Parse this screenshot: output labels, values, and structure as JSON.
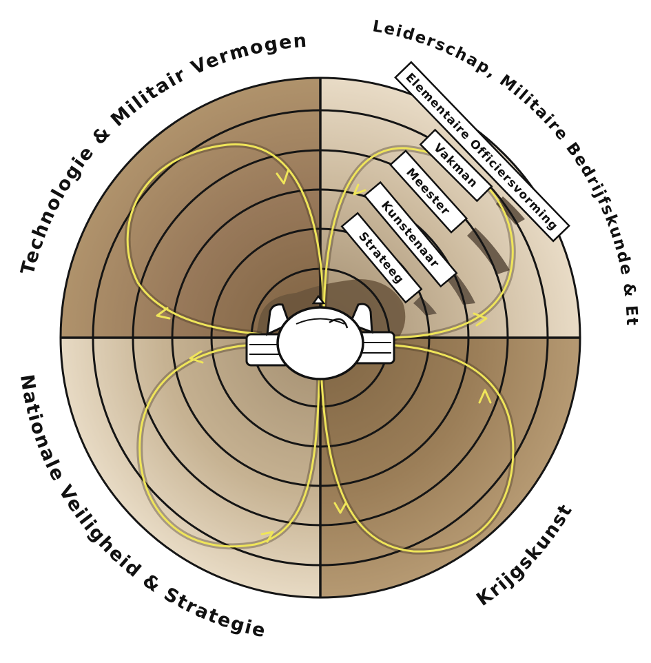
{
  "diagram": {
    "quadrant_labels": {
      "top_left": "Technologie & Militair Vermogen",
      "top_right": "Leiderschap, Militaire Bedrijfskunde & Ethiek",
      "bottom_left": "Nationale Veiligheid & Strategie",
      "bottom_right": "Krijgskunst"
    },
    "levels": [
      "Elementaire Officiersvorming",
      "Vakman",
      "Meester",
      "Kunstenaar",
      "Strateeg"
    ],
    "colors": {
      "dark_brown": "#a0855f",
      "mid_brown": "#b79d78",
      "light_tan": "#ccb797",
      "pale_tan": "#e6d8c2",
      "loop_yellow": "#efe55a",
      "line": "#151515"
    }
  }
}
